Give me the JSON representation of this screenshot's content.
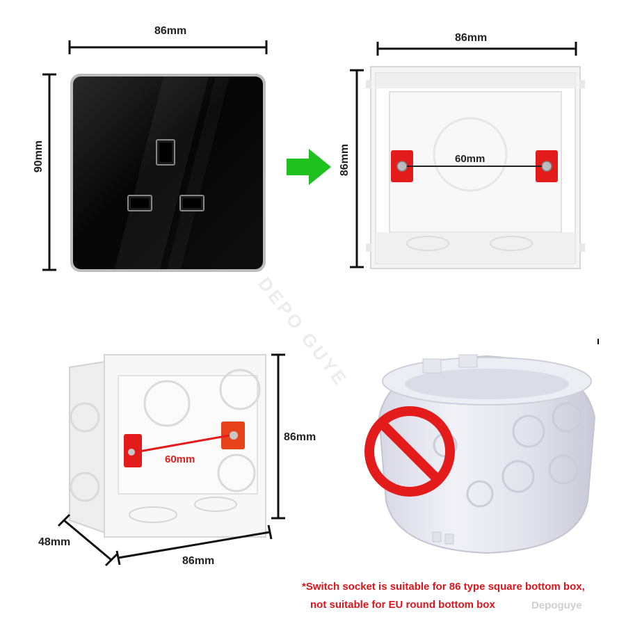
{
  "panel1": {
    "width_label": "86mm",
    "height_label": "90mm",
    "plate_color": "#0b0b0b",
    "frame_color": "#9a9a9a"
  },
  "panel2": {
    "width_label": "86mm",
    "height_label": "86mm",
    "span_label": "60mm",
    "arrow_color": "#1ec11e",
    "clip_color": "#e41b1b"
  },
  "panel3": {
    "height_label": "86mm",
    "width_label": "86mm",
    "depth_label": "48mm",
    "span_label": "60mm",
    "span_color": "#e41b1b"
  },
  "panel4": {
    "prohibition_color": "#e41b1b"
  },
  "notes": {
    "line1": "*Switch socket is suitable for 86 type square bottom box,",
    "line2": "not suitable for EU round bottom box"
  },
  "watermarks": {
    "diagonal": "DEPO GUYE",
    "brand": "Depoguye"
  }
}
